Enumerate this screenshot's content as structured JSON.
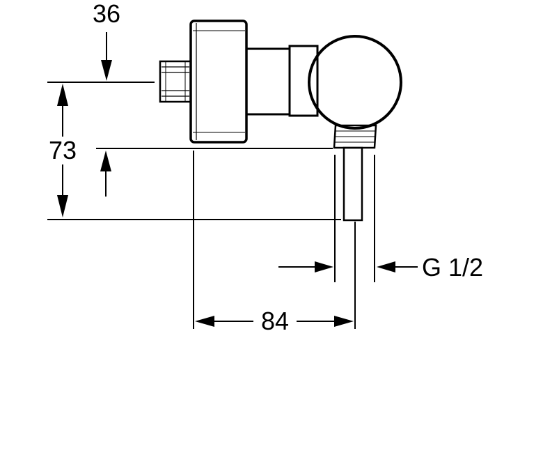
{
  "dimensions": {
    "top_offset": "36",
    "height": "73",
    "depth": "84",
    "thread": "G 1/2"
  },
  "colors": {
    "line": "#000000",
    "background": "#ffffff"
  }
}
